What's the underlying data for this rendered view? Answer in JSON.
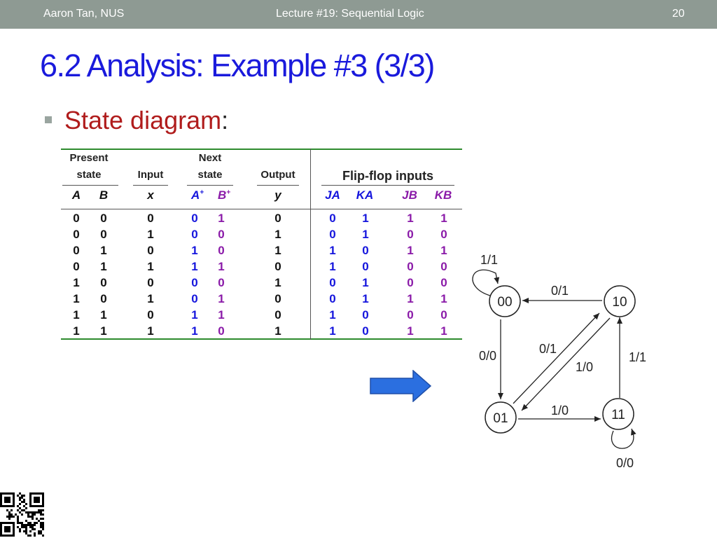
{
  "header": {
    "author": "Aaron Tan, NUS",
    "lecture": "Lecture #19: Sequential Logic",
    "page": "20"
  },
  "title": "6.2 Analysis: Example #3 (3/3)",
  "bullet": {
    "text": "State diagram",
    "suffix": ":"
  },
  "table": {
    "headers": {
      "present_1": "Present",
      "present_2": "state",
      "input": "Input",
      "next_1": "Next",
      "next_2": "state",
      "output": "Output",
      "flipflop": "Flip-flop inputs"
    },
    "column_labels": {
      "a": "A",
      "b": "B",
      "x": "x",
      "a_plus": "A",
      "b_plus": "B",
      "plus": "+",
      "y": "y",
      "ja": "JA",
      "ka": "KA",
      "jb": "JB",
      "kb": "KB"
    },
    "rows": [
      [
        "0",
        "0",
        "0",
        "0",
        "1",
        "0",
        "0",
        "1",
        "1",
        "1"
      ],
      [
        "0",
        "0",
        "1",
        "0",
        "0",
        "1",
        "0",
        "1",
        "0",
        "0"
      ],
      [
        "0",
        "1",
        "0",
        "1",
        "0",
        "1",
        "1",
        "0",
        "1",
        "1"
      ],
      [
        "0",
        "1",
        "1",
        "1",
        "1",
        "0",
        "1",
        "0",
        "0",
        "0"
      ],
      [
        "1",
        "0",
        "0",
        "0",
        "0",
        "1",
        "0",
        "1",
        "0",
        "0"
      ],
      [
        "1",
        "0",
        "1",
        "0",
        "1",
        "0",
        "0",
        "1",
        "1",
        "1"
      ],
      [
        "1",
        "1",
        "0",
        "1",
        "1",
        "0",
        "1",
        "0",
        "0",
        "0"
      ],
      [
        "1",
        "1",
        "1",
        "1",
        "0",
        "1",
        "1",
        "0",
        "1",
        "1"
      ]
    ]
  },
  "diagram": {
    "states": [
      "00",
      "10",
      "01",
      "11"
    ],
    "labels": {
      "self_00": "1/1",
      "s10_to_00": "0/1",
      "s00_to_01": "0/0",
      "s01_to_10": "0/1",
      "s10_to_01": "1/0",
      "s11_to_10": "1/1",
      "s01_to_11": "1/0",
      "self_11": "0/0"
    }
  },
  "colors": {
    "header_bar": "#8e9a93",
    "title": "#1a1adc",
    "bullet": "#b01c1c",
    "next_state_a": "#1515dd",
    "next_state_b": "#8a1aa8",
    "rule": "#2e8b2e",
    "arrow": "#2b6fe0"
  },
  "icons": {
    "arrow": "right-arrow-icon",
    "qr": "qr-code-icon"
  }
}
